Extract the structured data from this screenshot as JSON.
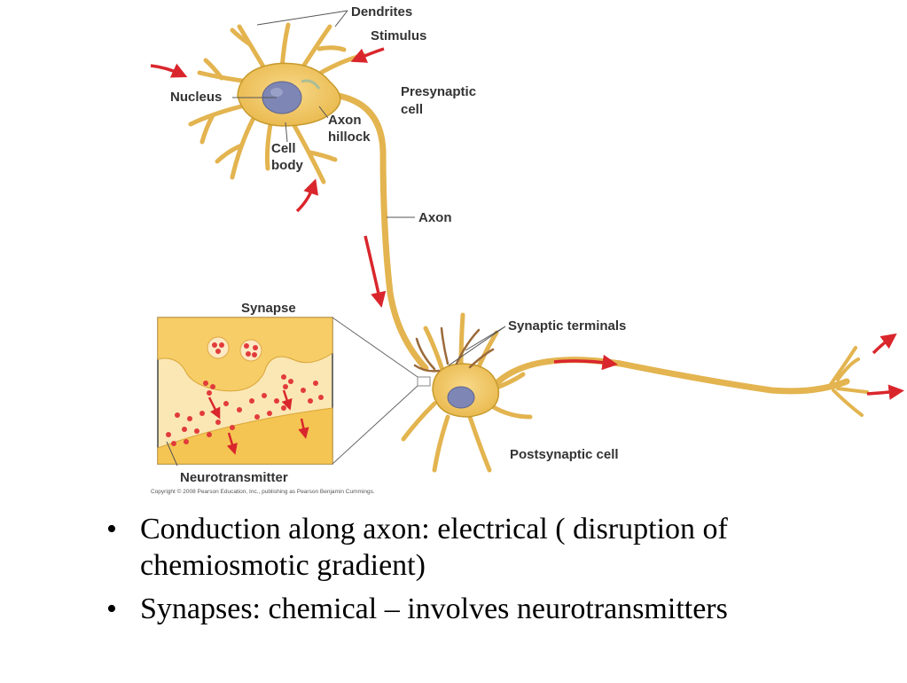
{
  "diagram": {
    "labels": {
      "dendrites": "Dendrites",
      "stimulus": "Stimulus",
      "nucleus": "Nucleus",
      "axon_hillock_1": "Axon",
      "axon_hillock_2": "hillock",
      "cell_body_1": "Cell",
      "cell_body_2": "body",
      "presynaptic_1": "Presynaptic",
      "presynaptic_2": "cell",
      "axon": "Axon",
      "synapse": "Synapse",
      "synaptic_terminals": "Synaptic terminals",
      "postsynaptic_cell": "Postsynaptic cell",
      "neurotransmitter": "Neurotransmitter"
    },
    "copyright": "Copyright © 2008 Pearson Education, Inc., publishing as Pearson Benjamin Cummings.",
    "colors": {
      "cell_fill": "#f2c96a",
      "cell_stroke": "#c79a2c",
      "nucleus_fill": "#7d86b4",
      "arrow": "#d9262c",
      "vesicle": "#e23b3b",
      "inset_bg": "#fbe7b4"
    }
  },
  "bullets": [
    {
      "marker": "•",
      "text": "Conduction along axon: electrical ( disruption of chemiosmotic gradient)"
    },
    {
      "marker": "•",
      "text": "Synapses: chemical – involves neurotransmitters"
    }
  ]
}
